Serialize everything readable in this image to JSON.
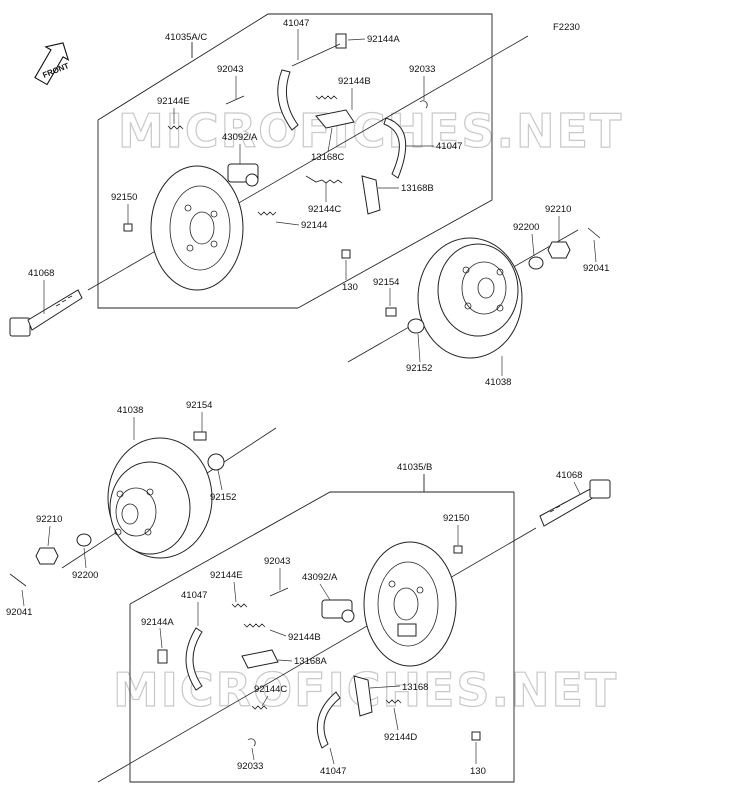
{
  "figure_code": "F2230",
  "front_label": "FRONT",
  "watermark": "MICROFICHES.NET",
  "upper": {
    "group_label": "41035A/C",
    "callouts": {
      "shoe_a": "41047",
      "spring_a": "92144A",
      "pin": "92043",
      "spring_b": "92144B",
      "clip": "92033",
      "spring_e": "92144E",
      "cylinder": "43092/A",
      "lever_c": "13168C",
      "shoe_b": "41047",
      "lever_b": "13168B",
      "spring_c": "92144C",
      "spring": "92144",
      "bolt": "92150",
      "axle": "41068",
      "screw": "130",
      "washer": "92200",
      "nut": "92210",
      "cotter": "92041",
      "stud": "92154",
      "seal": "92152",
      "drum": "41038"
    }
  },
  "lower": {
    "group_label": "41035/B",
    "callouts": {
      "drum": "41038",
      "stud": "92154",
      "seal": "92152",
      "nut": "92210",
      "washer": "92200",
      "cotter": "92041",
      "axle": "41068",
      "bolt": "92150",
      "pin": "92043",
      "cylinder": "43092/A",
      "spring_e": "92144E",
      "shoe_a": "41047",
      "spring_a": "92144A",
      "spring_b": "92144B",
      "lever_a": "13168A",
      "spring_c": "92144C",
      "lever": "13168",
      "spring_d": "92144D",
      "clip": "92033",
      "shoe_b": "41047",
      "screw": "130"
    }
  }
}
